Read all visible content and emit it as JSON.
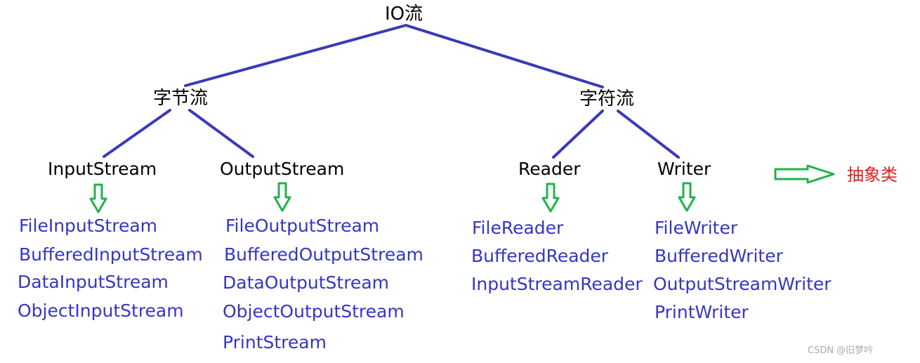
{
  "diagram": {
    "root": "IO流",
    "categories": [
      {
        "label": "字节流",
        "abstract_classes": [
          {
            "label": "InputStream",
            "implementations": [
              "FileInputStream",
              "BufferedInputStream",
              "DataInputStream",
              "ObjectInputStream"
            ]
          },
          {
            "label": "OutputStream",
            "implementations": [
              "FileOutputStream",
              "BufferedOutputStream",
              "DataOutputStream",
              "ObjectOutputStream",
              "PrintStream"
            ]
          }
        ]
      },
      {
        "label": "字符流",
        "abstract_classes": [
          {
            "label": "Reader",
            "implementations": [
              "FileReader",
              "BufferedReader",
              "InputStreamReader"
            ]
          },
          {
            "label": "Writer",
            "implementations": [
              "FileWriter",
              "BufferedWriter",
              "OutputStreamWriter",
              "PrintWriter"
            ]
          }
        ]
      }
    ],
    "legend": {
      "label": "抽象类"
    },
    "watermark": "CSDN @旧梦吟",
    "colors": {
      "tree_line": "#3a3ab8",
      "down_arrow": "#22b24c",
      "class_text": "#3535c6",
      "legend_text": "#e02020"
    }
  }
}
